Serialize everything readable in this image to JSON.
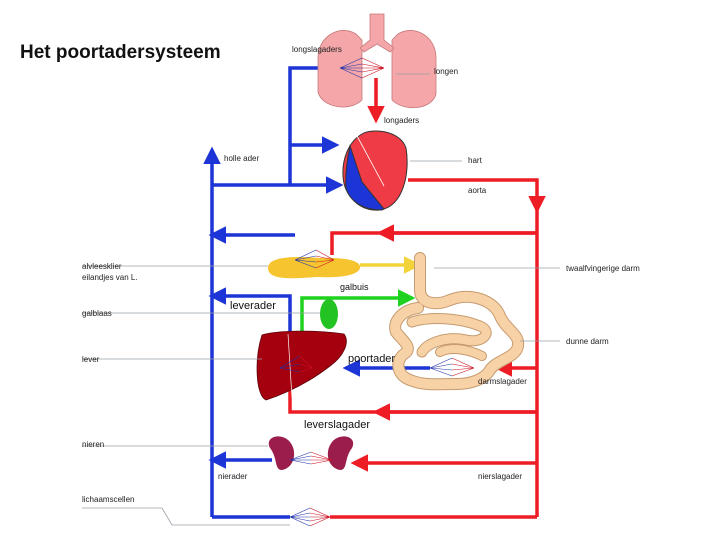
{
  "title": "Het poortadersysteem",
  "labels": {
    "longslagaders": "longslagaders",
    "longen": "longen",
    "longaders": "longaders",
    "holle_ader": "holle ader",
    "hart": "hart",
    "aorta": "aorta",
    "alvleesklier": "alvleesklier",
    "eilandjes": "eilandjes van L.",
    "twaalfvingerige_darm": "twaalfvingerige darm",
    "galbuis": "galbuis",
    "leverader": "leverader",
    "galblaas": "galblaas",
    "dunne_darm": "dunne darm",
    "lever": "lever",
    "poortader": "poortader",
    "darmslagader": "darmslagader",
    "leverslagader": "leverslagader",
    "nieren": "nieren",
    "nierader": "nierader",
    "nierslagader": "nierslagader",
    "lichaamscellen": "lichaamscellen"
  },
  "colors": {
    "vein": "#1d35d6",
    "artery": "#ee1c25",
    "bile": "#1fd21f",
    "pancreas_juice": "#f2d43a",
    "lungs": "#f4a6a8",
    "heart_right": "#1d35d6",
    "heart_left": "#ee3b45",
    "pancreas": "#f6c42e",
    "gallbladder": "#22c322",
    "liver": "#a4000e",
    "intestine": "#f8d2a7",
    "kidneys": "#9b1d4c"
  }
}
